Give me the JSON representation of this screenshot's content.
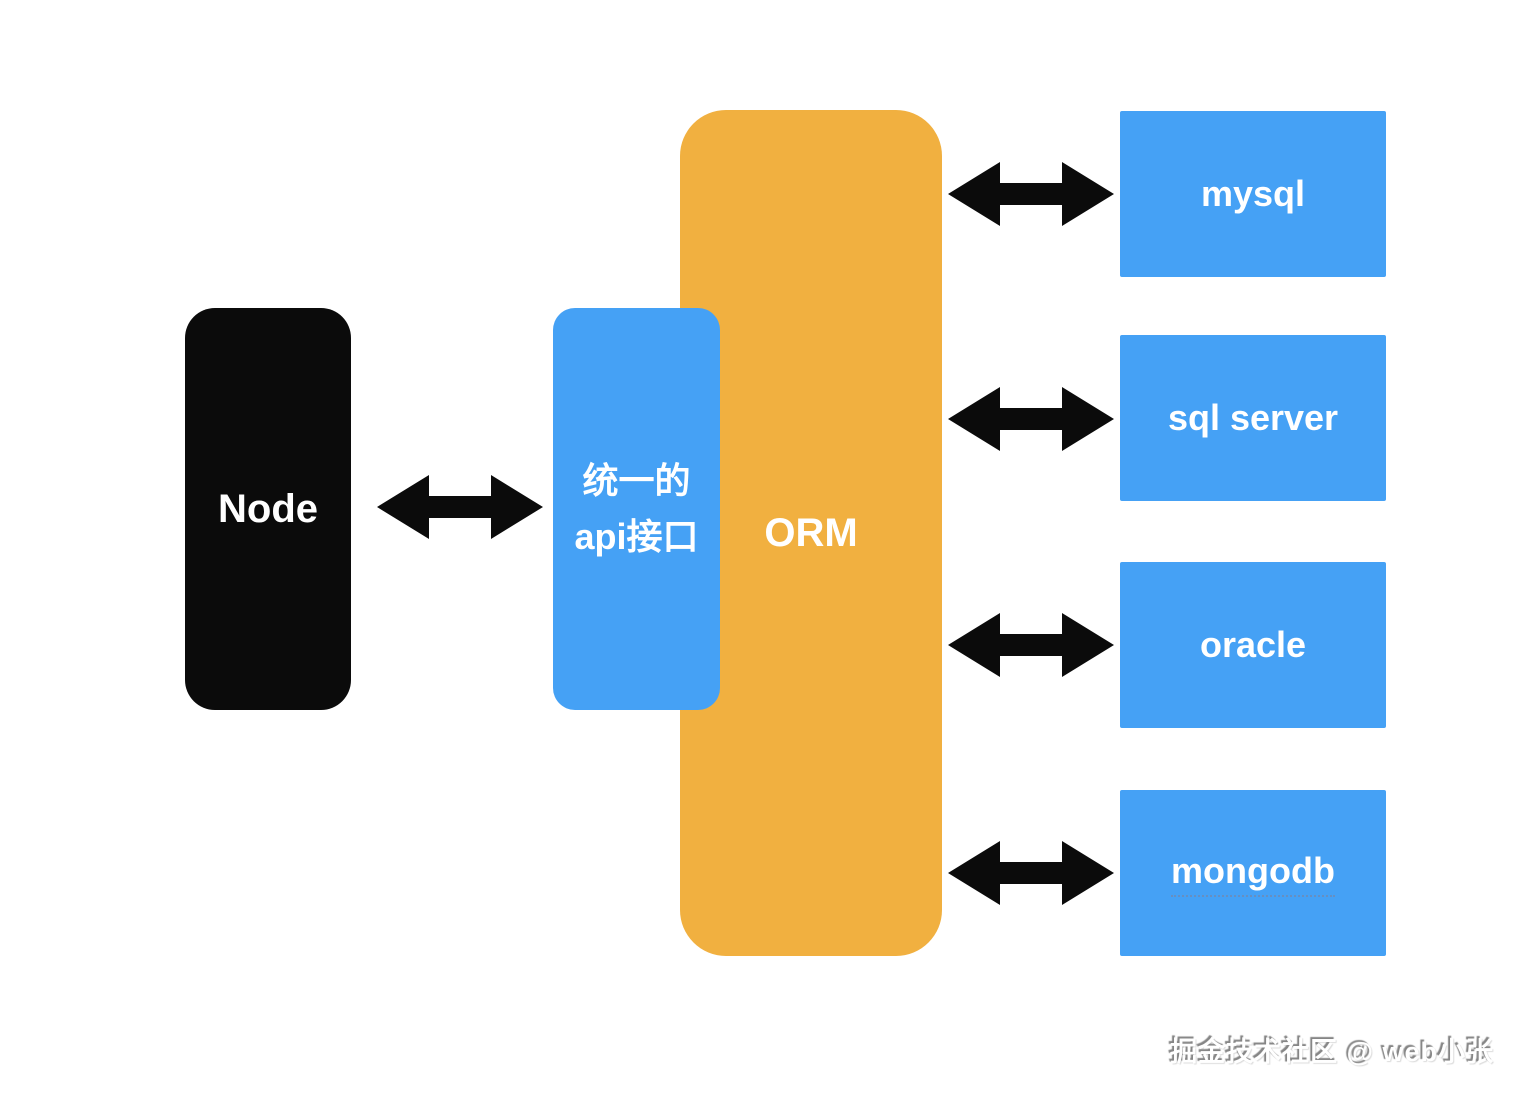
{
  "colors": {
    "blue": "#45a1f5",
    "orange": "#f1b040",
    "black": "#0b0b0b",
    "bg": "#ffffff"
  },
  "nodes": {
    "node": {
      "label": "Node"
    },
    "api": {
      "line1": "统一的",
      "line2": "api接口"
    },
    "orm": {
      "label": "ORM"
    },
    "databases": [
      {
        "label": "mysql"
      },
      {
        "label": "sql server"
      },
      {
        "label": "oracle"
      },
      {
        "label": "mongodb"
      }
    ]
  },
  "icons": {
    "double_arrow": "double-headed horizontal arrow, black"
  },
  "watermark": {
    "text": "掘金技术社区 @ web小张"
  }
}
